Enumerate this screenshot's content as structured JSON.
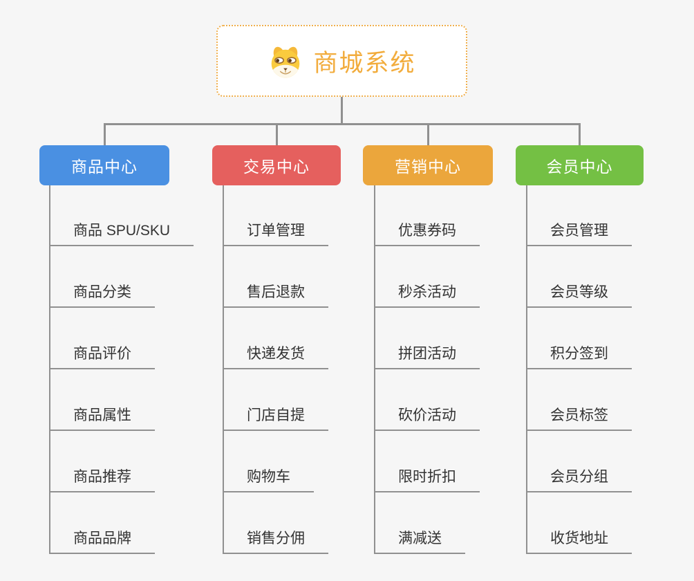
{
  "canvas": {
    "background": "#F6F6F6",
    "line_color": "#909090",
    "item_text_color": "#333333"
  },
  "root": {
    "title": "商城系统",
    "title_color": "#F2AC3C",
    "border_color": "#F0AF4C",
    "icon": "doge-icon"
  },
  "branches": [
    {
      "label": "商品中心",
      "color": "#4A90E2",
      "items": [
        "商品 SPU/SKU",
        "商品分类",
        "商品评价",
        "商品属性",
        "商品推荐",
        "商品品牌"
      ]
    },
    {
      "label": "交易中心",
      "color": "#E5605E",
      "items": [
        "订单管理",
        "售后退款",
        "快递发货",
        "门店自提",
        "购物车",
        "销售分佣"
      ]
    },
    {
      "label": "营销中心",
      "color": "#EBA63C",
      "items": [
        "优惠券码",
        "秒杀活动",
        "拼团活动",
        "砍价活动",
        "限时折扣",
        "满减送"
      ]
    },
    {
      "label": "会员中心",
      "color": "#74C044",
      "items": [
        "会员管理",
        "会员等级",
        "积分签到",
        "会员标签",
        "会员分组",
        "收货地址"
      ]
    }
  ]
}
